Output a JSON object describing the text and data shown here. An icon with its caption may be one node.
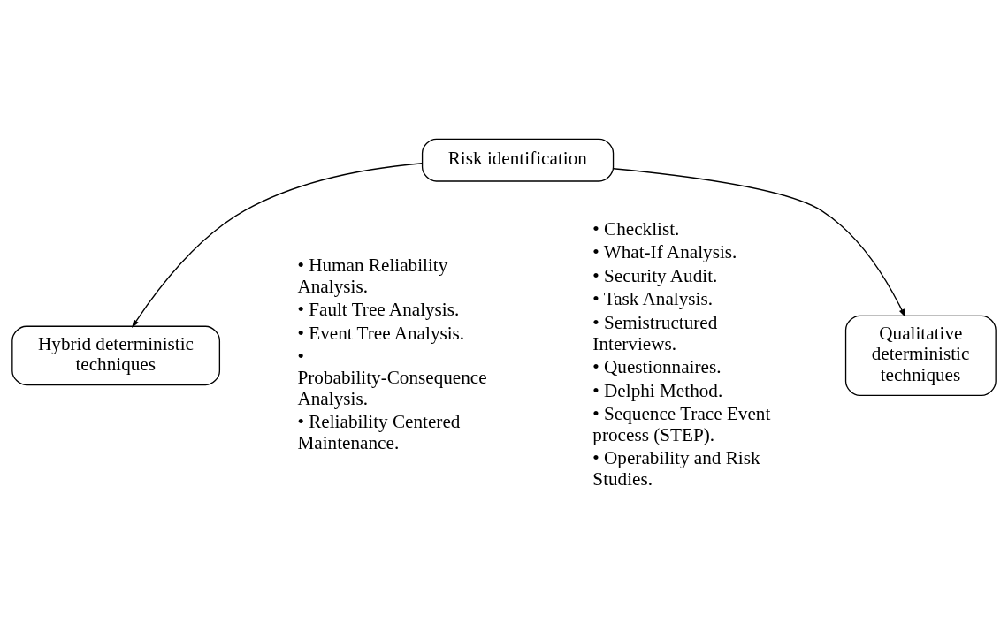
{
  "diagram": {
    "nodes": [
      {
        "text": [
          "Hybrid deterministic techniques"
        ],
        "beside": [
          "• Human Reliability Analysis.",
          "• Fault Tree Analysis.",
          "• Event Tree Analysis.",
          "• Probability-Consequence Analysis.",
          "• Reliability Centered Maintenance."
        ]
      },
      {
        "text": [
          "Risk identification"
        ]
      },
      {
        "text": [
          "Qualitative deterministic techniques"
        ],
        "beside": [
          "• Checklist.",
          "• What-If Analysis.",
          "• Security Audit.",
          "• Task Analysis.",
          "• Semistructured Interviews.",
          "• Questionnaires.",
          "• Delphi Method.",
          "• Sequence Trace Event process (STEP).",
          "• Operability and Risk Studies."
        ]
      }
    ],
    "edges": [
      {
        "from": 1,
        "to": 0,
        "arrow": "to"
      },
      {
        "from": 1,
        "to": 2,
        "arrow": "to"
      }
    ]
  }
}
